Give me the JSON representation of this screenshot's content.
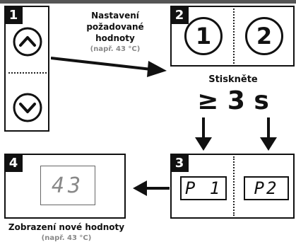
{
  "step1": {
    "number": "1",
    "label_line1": "Nastavení",
    "label_line2": "požadované",
    "label_line3": "hodnoty",
    "example": "(např. 43 °C)"
  },
  "step2": {
    "number": "2",
    "button1": "1",
    "button2": "2",
    "press_label": "Stiskněte",
    "duration": "≥ 3 s"
  },
  "step3": {
    "number": "3",
    "display1": "P 1",
    "display2": "P2"
  },
  "step4": {
    "number": "4",
    "display_value": "43",
    "caption": "Zobrazení nové hodnoty",
    "example": "(např. 43 °C)"
  },
  "icons": [
    "chevron-up-icon",
    "chevron-down-icon",
    "arrow-right-icon",
    "arrow-down-icon",
    "arrow-left-icon"
  ]
}
